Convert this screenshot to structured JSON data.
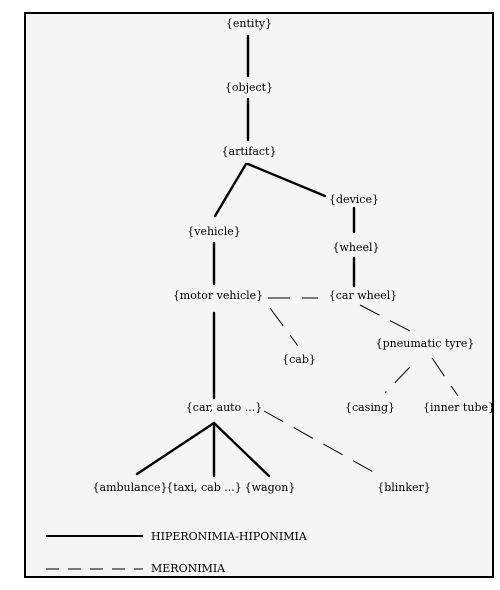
{
  "nodes": {
    "entity": "{entity}",
    "object": "{object}",
    "artifact": "{artifact}",
    "device": "{device}",
    "vehicle": "{vehicle}",
    "wheel": "{wheel}",
    "motor_vehicle": "{motor vehicle}",
    "car_wheel": "{car wheel}",
    "cab": "{cab}",
    "pneumatic_tyre": "{pneumatic tyre}",
    "casing": "{casing}",
    "inner_tube": "{inner tube}",
    "car_auto": "{car, auto ...}",
    "ambulance": "{ambulance}",
    "taxi_cab": "{taxi, cab ...}",
    "wagon": "{wagon}",
    "blinker": "{blinker}"
  },
  "legend": {
    "hyperonymy": "HIPERONIMIA-HIPONIMIA",
    "meronymy": "MERONIMIA"
  }
}
